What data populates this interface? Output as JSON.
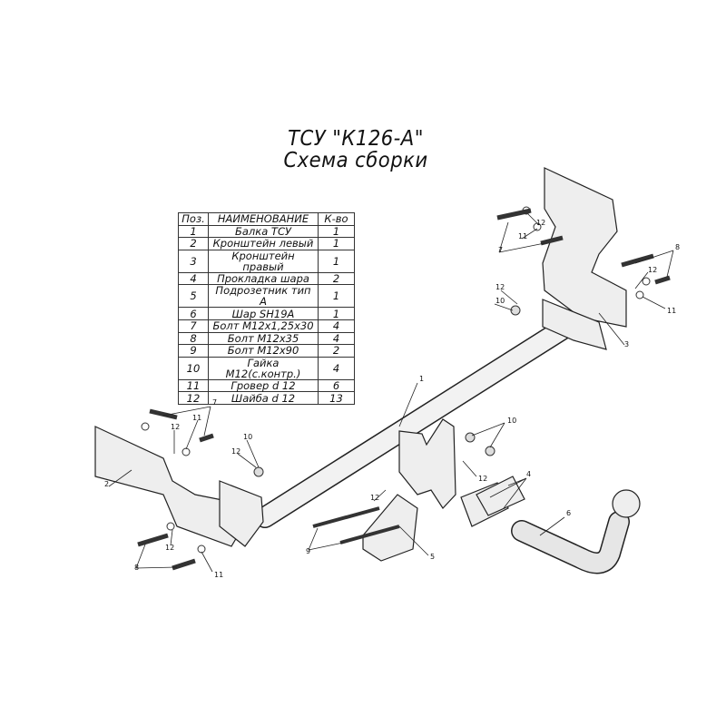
{
  "title": {
    "line1": "ТСУ \"К126-А\"",
    "line2": "Схема сборки"
  },
  "table": {
    "headers": [
      "Поз.",
      "НАИМЕНОВАНИЕ",
      "К-во"
    ],
    "rows": [
      [
        "1",
        "Балка ТСУ",
        "1"
      ],
      [
        "2",
        "Кронштейн левый",
        "1"
      ],
      [
        "3",
        "Кронштейн правый",
        "1"
      ],
      [
        "4",
        "Прокладка шара",
        "2"
      ],
      [
        "5",
        "Подрозетник тип А",
        "1"
      ],
      [
        "6",
        "Шар SH19A",
        "1"
      ],
      [
        "7",
        "Болт М12х1,25х30",
        "4"
      ],
      [
        "8",
        "Болт М12х35",
        "4"
      ],
      [
        "9",
        "Болт М12х90",
        "2"
      ],
      [
        "10",
        "Гайка М12(с.контр.)",
        "4"
      ],
      [
        "11",
        "Гровер d 12",
        "6"
      ],
      [
        "12",
        "Шайба d 12",
        "13"
      ]
    ]
  },
  "callouts": [
    "1",
    "2",
    "3",
    "4",
    "5",
    "6",
    "7",
    "7",
    "8",
    "8",
    "9",
    "10",
    "10",
    "10",
    "11",
    "11",
    "11",
    "11",
    "12",
    "12",
    "12",
    "12",
    "12",
    "12",
    "12",
    "12"
  ]
}
